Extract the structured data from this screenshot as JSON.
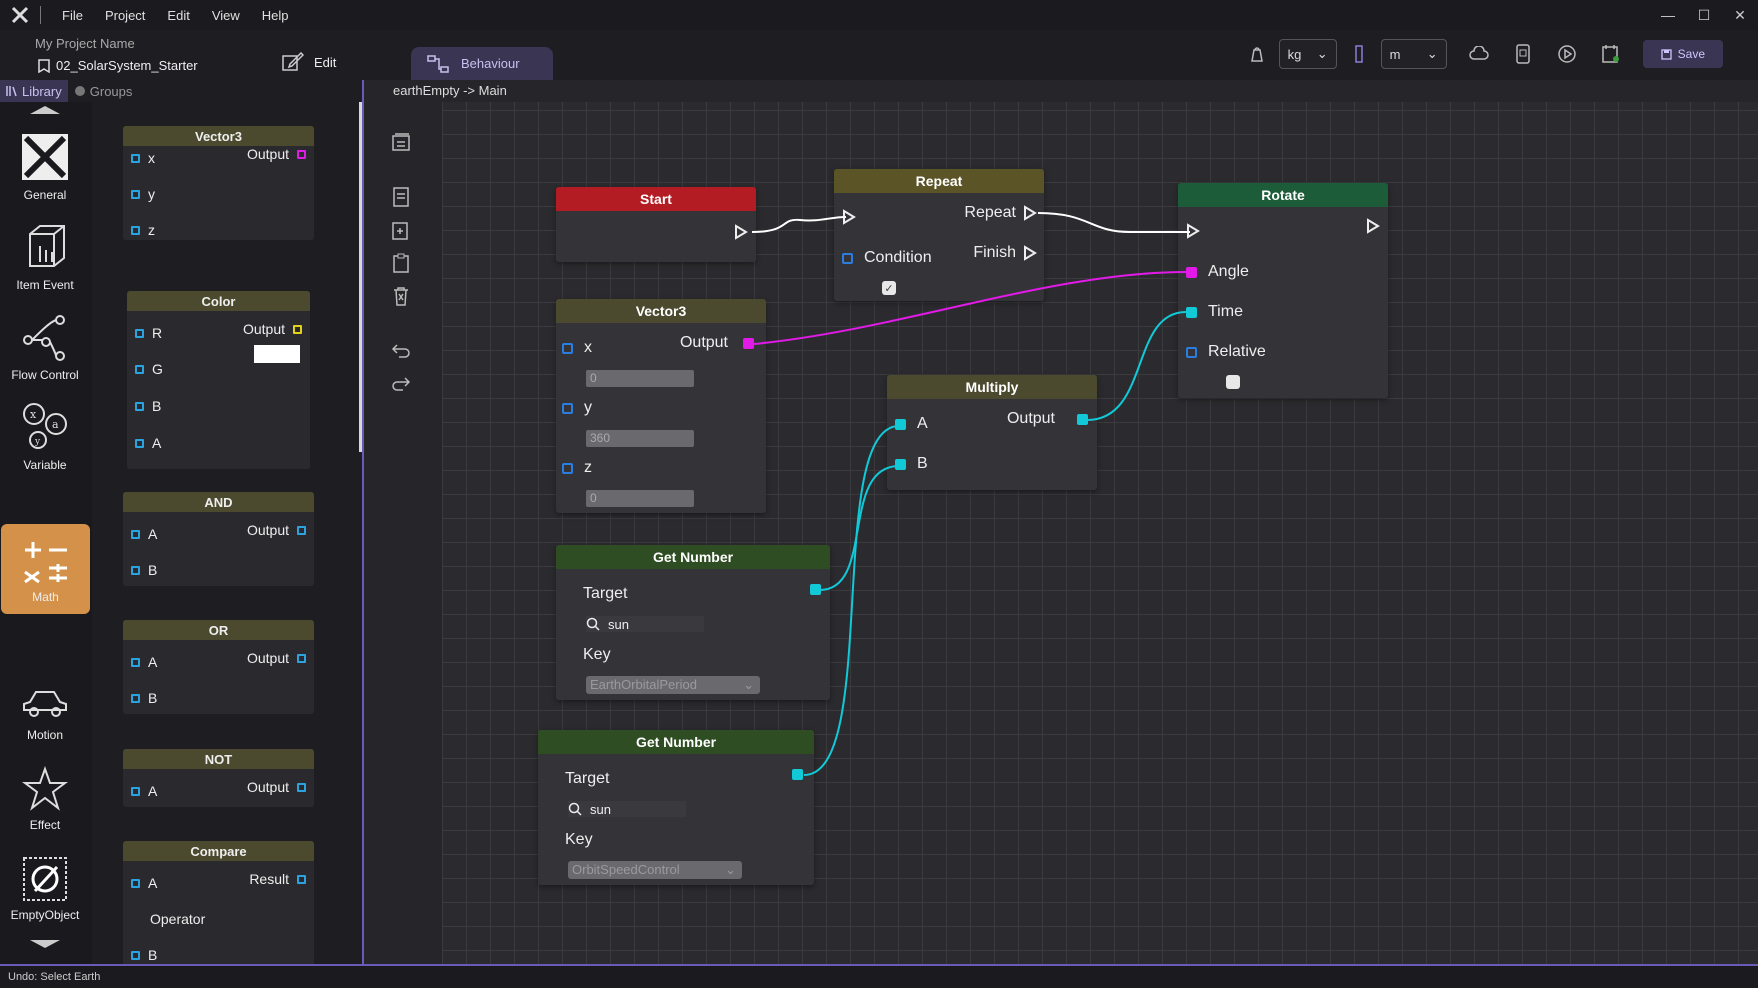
{
  "menubar": {
    "items": [
      "File",
      "Project",
      "Edit",
      "View",
      "Help"
    ]
  },
  "project": {
    "name": "My Project Name",
    "scene": "02_SolarSystem_Starter",
    "edit_label": "Edit",
    "tab_label": "Behaviour"
  },
  "toolbar": {
    "mass_unit": "kg",
    "length_unit": "m",
    "save_label": "Save"
  },
  "library": {
    "tabs": [
      "Library",
      "Groups"
    ],
    "categories": [
      "General",
      "Item Event",
      "Flow Control",
      "Variable",
      "Math",
      "Motion",
      "Effect",
      "EmptyObject"
    ],
    "active_category": "Math"
  },
  "palette": {
    "vector3": {
      "title": "Vector3",
      "inputs": [
        "x",
        "y",
        "z"
      ],
      "output": "Output"
    },
    "color": {
      "title": "Color",
      "inputs": [
        "R",
        "G",
        "B",
        "A"
      ],
      "output": "Output"
    },
    "and": {
      "title": "AND",
      "inputs": [
        "A",
        "B"
      ],
      "output": "Output"
    },
    "or": {
      "title": "OR",
      "inputs": [
        "A",
        "B"
      ],
      "output": "Output"
    },
    "not": {
      "title": "NOT",
      "inputs": [
        "A"
      ],
      "output": "Output"
    },
    "compare": {
      "title": "Compare",
      "inputs": [
        "A",
        "Operator",
        "B"
      ],
      "output": "Result"
    }
  },
  "breadcrumb": "earthEmpty -> Main",
  "graph": {
    "start": {
      "title": "Start"
    },
    "repeat": {
      "title": "Repeat",
      "repeat": "Repeat",
      "finish": "Finish",
      "condition": "Condition"
    },
    "rotate": {
      "title": "Rotate",
      "angle": "Angle",
      "time": "Time",
      "relative": "Relative"
    },
    "vector3": {
      "title": "Vector3",
      "output": "Output",
      "x": "x",
      "y": "y",
      "z": "z",
      "x_val": "0",
      "y_val": "360",
      "z_val": "0"
    },
    "multiply": {
      "title": "Multiply",
      "a": "A",
      "b": "B",
      "output": "Output"
    },
    "getnum1": {
      "title": "Get Number",
      "target": "Target",
      "target_val": "sun",
      "key": "Key",
      "key_val": "EarthOrbitalPeriod"
    },
    "getnum2": {
      "title": "Get Number",
      "target": "Target",
      "target_val": "sun",
      "key": "Key",
      "key_val": "OrbitSpeedControl"
    }
  },
  "status": "Undo: Select Earth",
  "colors": {
    "accent": "#6b5bb8",
    "math_active": "#d4914a",
    "start_header": "#b31c22",
    "flow_header": "#5a5426",
    "rotate_header": "#1d5c38",
    "getnum_header": "#2f4d22",
    "math_header": "#4c4a2e"
  }
}
